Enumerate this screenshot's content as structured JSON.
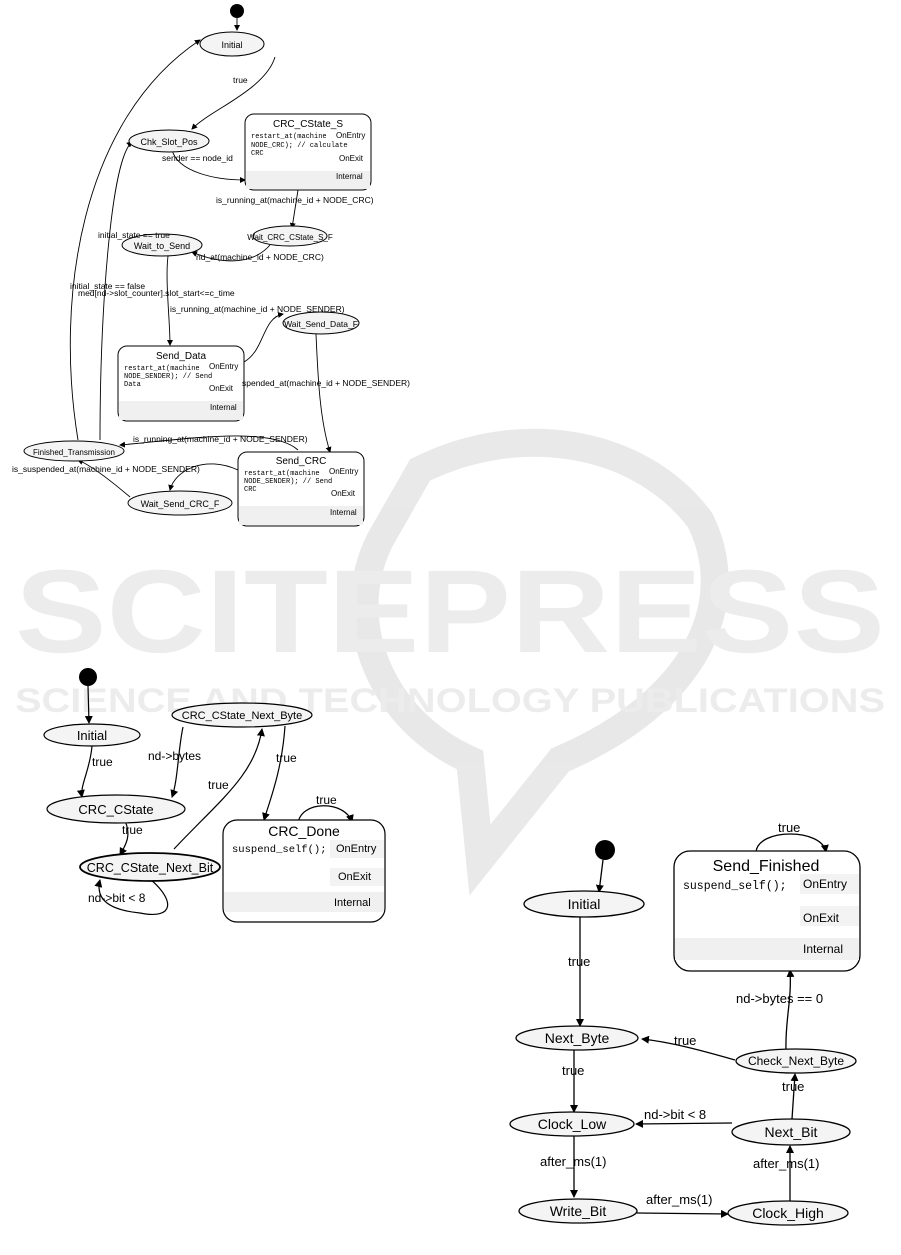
{
  "watermark": {
    "title": "SCITEPRESS",
    "subtitle": "SCIENCE AND TECHNOLOGY PUBLICATIONS"
  },
  "diagram_top": {
    "states": {
      "initial": "Initial",
      "chk_slot_pos": "Chk_Slot_Pos",
      "crc_cstate_s": "CRC_CState_S",
      "wait_crc_cstate_s_f": "Wait_CRC_CState_S_F",
      "wait_to_send": "Wait_to_Send",
      "wait_send_data_f": "Wait_Send_Data_F",
      "send_data": "Send_Data",
      "finished_transmission": "Finished_Transmission",
      "send_crc": "Send_CRC",
      "wait_send_crc_f": "Wait_Send_CRC_F"
    },
    "actions": {
      "crc_cstate_s": [
        "restart_at(machine",
        "NODE_CRC); // calculate",
        "CRC"
      ],
      "send_data": [
        "restart_at(machine",
        "NODE_SENDER);   // Send",
        "Data"
      ],
      "send_crc": [
        "restart_at(machine",
        "NODE_SENDER);   // Send",
        "CRC"
      ]
    },
    "sections": {
      "entry": "OnEntry",
      "exit": "OnExit",
      "internal": "Internal"
    },
    "transitions": {
      "t_true": "true",
      "t_sender": "sender == node_id",
      "t_running_crc": "is_running_at(machine_id + NODE_CRC)",
      "t_initial_true": "initial_state == true",
      "t_suspended_crc": "nd_at(machine_id + NODE_CRC)",
      "t_initial_false": "initial_state == false",
      "t_slot": "med[nd->slot_counter].slot_start<=c_time",
      "t_running_sender": "is_running_at(machine_id + NODE_SENDER)",
      "t_suspended_sender": "spended_at(machine_id + NODE_SENDER)",
      "t_running_sender2": "is_running_at(machine_id + NODE_SENDER)",
      "t_suspended_sender2": "is_suspended_at(machine_id + NODE_SENDER)"
    }
  },
  "diagram_crc": {
    "states": {
      "initial": "Initial",
      "crc_cstate": "CRC_CState",
      "next_bit": "CRC_CState_Next_Bit",
      "next_byte": "CRC_CState_Next_Byte",
      "done": "CRC_Done"
    },
    "actions": {
      "done": "suspend_self();"
    },
    "sections": {
      "entry": "OnEntry",
      "exit": "OnExit",
      "internal": "Internal"
    },
    "transitions": {
      "t1": "true",
      "t_bytes": "nd->bytes",
      "t2": "true",
      "t3": "true",
      "t4": "true",
      "t5": "true",
      "t_bit": "nd->bit < 8"
    }
  },
  "diagram_send": {
    "states": {
      "initial": "Initial",
      "next_byte": "Next_Byte",
      "clock_low": "Clock_Low",
      "write_bit": "Write_Bit",
      "clock_high": "Clock_High",
      "next_bit": "Next_Bit",
      "check_next_byte": "Check_Next_Byte",
      "send_finished": "Send_Finished"
    },
    "actions": {
      "send_finished": "suspend_self();"
    },
    "sections": {
      "entry": "OnEntry",
      "exit": "OnExit",
      "internal": "Internal"
    },
    "transitions": {
      "t1": "true",
      "t2": "true",
      "t_ms1": "after_ms(1)",
      "t_ms2": "after_ms(1)",
      "t_ms3": "after_ms(1)",
      "t_bit": "nd->bit < 8",
      "t3": "true",
      "t4": "true",
      "t_bytes": "nd->bytes == 0",
      "t5": "true"
    }
  }
}
